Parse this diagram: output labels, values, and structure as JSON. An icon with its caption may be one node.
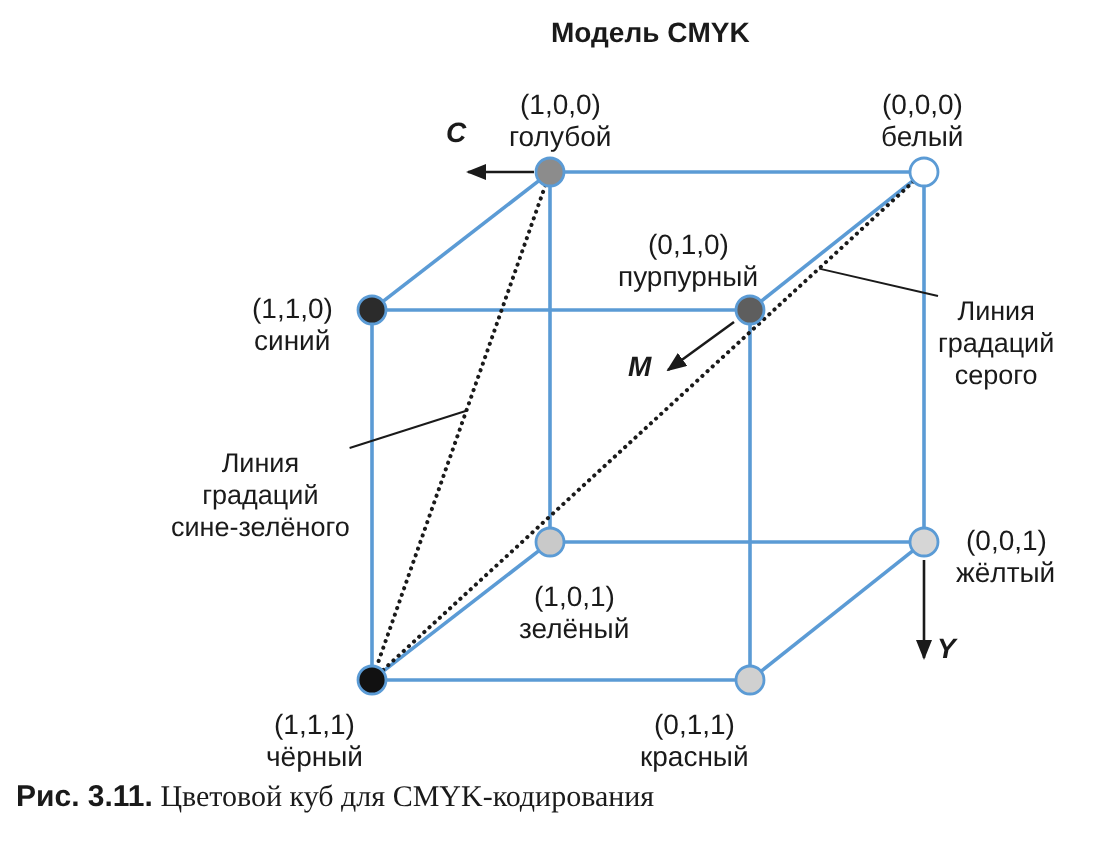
{
  "diagram": {
    "title": "Модель CMYK",
    "caption": "**Рис. 3.11.** Цветовой куб для CMYK-кодирования",
    "nodes": [
      {
        "text": [],
        "shape": "circle",
        "beside": [
          "(1,0,0)",
          "голубой"
        ]
      },
      {
        "text": [],
        "shape": "circle",
        "beside": [
          "(0,0,0)",
          "белый"
        ]
      },
      {
        "text": [],
        "shape": "circle",
        "beside": [
          "(1,1,0)",
          "синий"
        ]
      },
      {
        "text": [],
        "shape": "circle",
        "beside": [
          "(0,1,0)",
          "пурпурный"
        ]
      },
      {
        "text": [
          "Линия градаций серого"
        ]
      },
      {
        "text": [
          "Линия градаций сине-зелёного"
        ]
      },
      {
        "text": [],
        "shape": "circle",
        "beside": [
          "(1,0,1)",
          "зелёный"
        ]
      },
      {
        "text": [],
        "shape": "circle",
        "beside": [
          "(0,0,1)",
          "жёлтый"
        ]
      },
      {
        "text": [],
        "shape": "circle",
        "beside": [
          "(1,1,1)",
          "чёрный"
        ]
      },
      {
        "text": [],
        "shape": "circle",
        "beside": [
          "(0,1,1)",
          "красный"
        ]
      }
    ],
    "edges": [
      {
        "from": 0,
        "to": 1,
        "arrow": "none"
      },
      {
        "from": 0,
        "to": 2,
        "arrow": "none"
      },
      {
        "from": 1,
        "to": 3,
        "arrow": "none"
      },
      {
        "from": 2,
        "to": 3,
        "arrow": "none"
      },
      {
        "from": 0,
        "to": 6,
        "arrow": "none"
      },
      {
        "from": 1,
        "to": 7,
        "arrow": "none"
      },
      {
        "from": 2,
        "to": 8,
        "arrow": "none"
      },
      {
        "from": 3,
        "to": 9,
        "arrow": "none"
      },
      {
        "from": 6,
        "to": 7,
        "arrow": "none"
      },
      {
        "from": 8,
        "to": 9,
        "arrow": "none"
      },
      {
        "from": 6,
        "to": 8,
        "arrow": "none"
      },
      {
        "from": 7,
        "to": 9,
        "arrow": "none"
      },
      {
        "from": 0,
        "to": 8,
        "arrow": "none",
        "style": "dashed",
        "color": "#1a1a1a"
      },
      {
        "from": 1,
        "to": 8,
        "arrow": "none",
        "style": "dashed",
        "color": "#1a1a1a"
      },
      {
        "from": 4,
        "to": null,
        "arrow": "none",
        "color": "#1a1a1a"
      },
      {
        "from": 5,
        "to": null,
        "arrow": "none",
        "color": "#1a1a1a"
      }
    ],
    "labels": [
      "C",
      "M",
      "Y"
    ]
  }
}
